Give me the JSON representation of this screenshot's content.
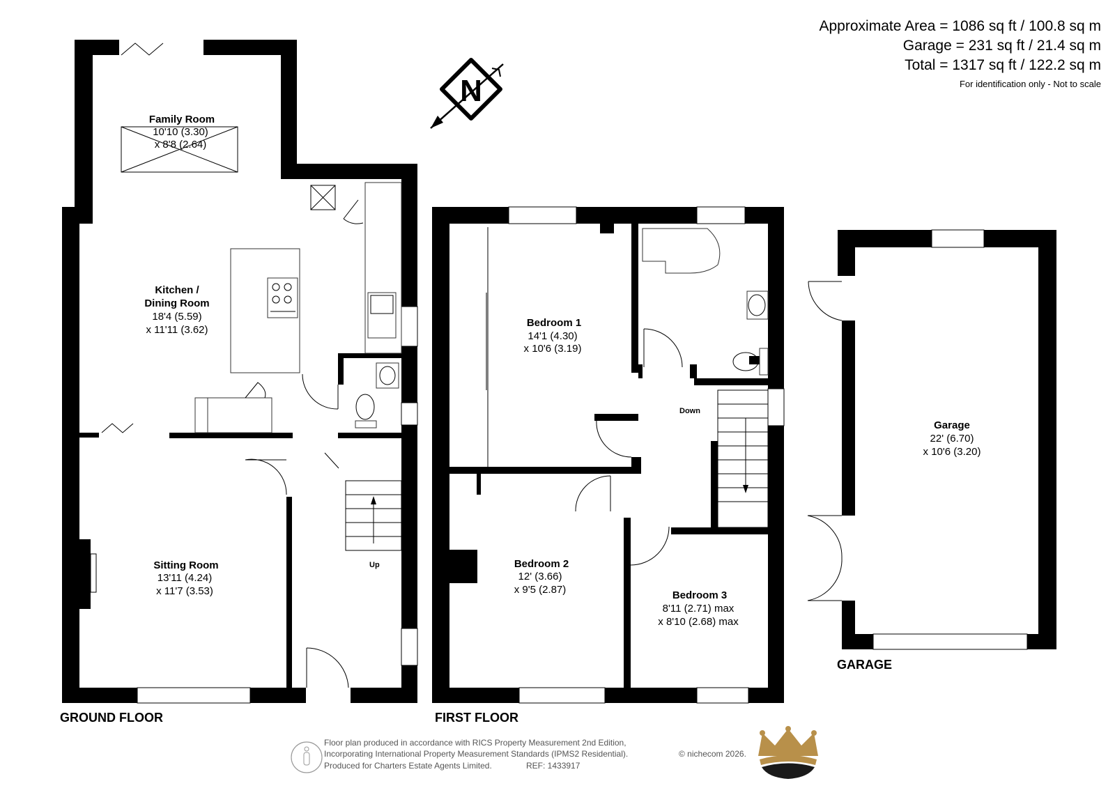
{
  "areas": {
    "approx": "Approximate Area = 1086 sq ft / 100.8 sq m",
    "garage": "Garage = 231 sq ft / 21.4 sq m",
    "total": "Total = 1317 sq ft / 122.2 sq m",
    "note": "For identification only - Not to scale"
  },
  "compass": {
    "label": "N"
  },
  "ground_floor": {
    "label": "GROUND FLOOR",
    "family_room": {
      "name": "Family Room",
      "dim1": "10'10 (3.30)",
      "dim2": "x 8'8 (2.64)"
    },
    "kitchen": {
      "name1": "Kitchen /",
      "name2": "Dining Room",
      "dim1": "18'4 (5.59)",
      "dim2": "x 11'11 (3.62)"
    },
    "sitting_room": {
      "name": "Sitting Room",
      "dim1": "13'11 (4.24)",
      "dim2": "x 11'7 (3.53)"
    },
    "stairs_label": "Up"
  },
  "first_floor": {
    "label": "FIRST FLOOR",
    "bedroom1": {
      "name": "Bedroom 1",
      "dim1": "14'1 (4.30)",
      "dim2": "x 10'6 (3.19)"
    },
    "bedroom2": {
      "name": "Bedroom 2",
      "dim1": "12' (3.66)",
      "dim2": "x 9'5 (2.87)"
    },
    "bedroom3": {
      "name": "Bedroom 3",
      "dim1": "8'11 (2.71) max",
      "dim2": "x 8'10 (2.68) max"
    },
    "stairs_label": "Down"
  },
  "garage": {
    "label": "GARAGE",
    "room": {
      "name": "Garage",
      "dim1": "22' (6.70)",
      "dim2": "x 10'6 (3.20)"
    }
  },
  "footer": {
    "line1": "Floor plan produced in accordance with RICS Property Measurement 2nd Edition,",
    "line2": "Incorporating International Property Measurement Standards (IPMS2 Residential).",
    "line3": "Produced for Charters Estate Agents Limited.",
    "ref": "REF: 1433917",
    "copyright": "© nichecom 2026."
  },
  "colors": {
    "wall": "#000000",
    "crown_gold": "#b8904a",
    "crown_dark": "#1a1a1a"
  }
}
